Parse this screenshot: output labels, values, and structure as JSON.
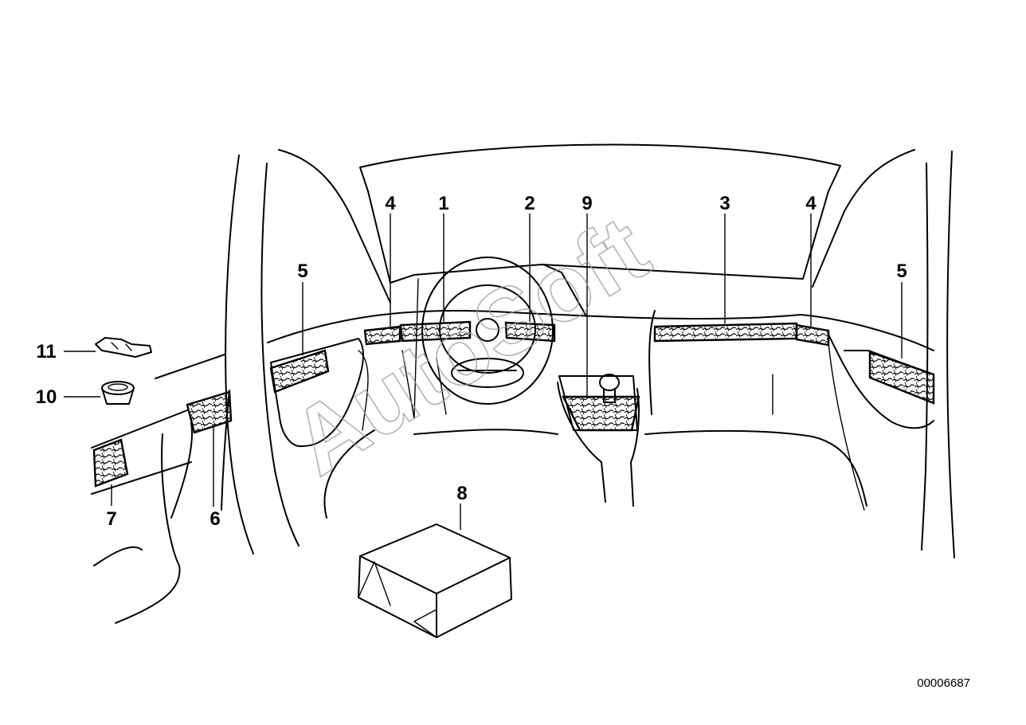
{
  "diagram": {
    "callouts": [
      {
        "id": "c1",
        "label": "1"
      },
      {
        "id": "c2",
        "label": "2"
      },
      {
        "id": "c3",
        "label": "3"
      },
      {
        "id": "c4a",
        "label": "4"
      },
      {
        "id": "c4b",
        "label": "4"
      },
      {
        "id": "c5a",
        "label": "5"
      },
      {
        "id": "c5b",
        "label": "5"
      },
      {
        "id": "c6",
        "label": "6"
      },
      {
        "id": "c7",
        "label": "7"
      },
      {
        "id": "c8",
        "label": "8"
      },
      {
        "id": "c9",
        "label": "9"
      },
      {
        "id": "c10",
        "label": "10"
      },
      {
        "id": "c11",
        "label": "11"
      }
    ],
    "document_number": "00006687",
    "watermark": "AutoSoft"
  }
}
